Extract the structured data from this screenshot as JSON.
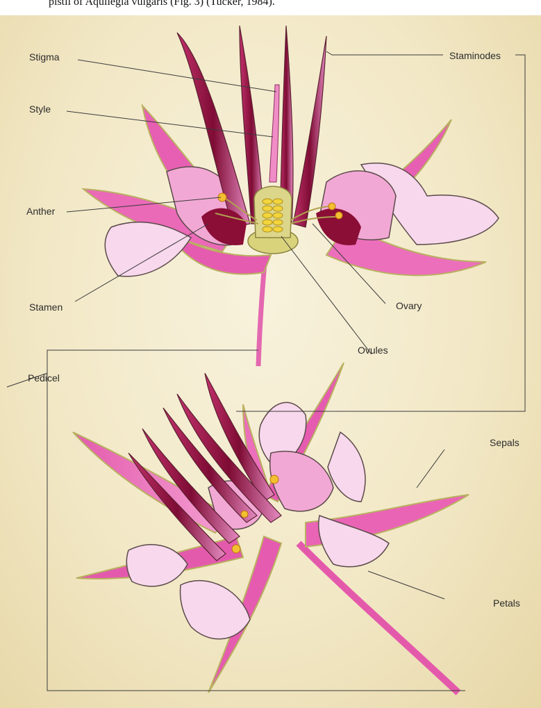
{
  "caption": "pistil of Aquilegia vulgaris (Fig. 3) (Tucker, 1984).",
  "colors": {
    "paper": "#f2e8c6",
    "petal": "#f6c4e0",
    "sepal": "#e860b4",
    "staminode": "#8c1038",
    "center": "#dcd68a",
    "ovule": "#f2d43c"
  },
  "labels": {
    "stigma": "Stigma",
    "style": "Style",
    "anther": "Anther",
    "stamen": "Stamen",
    "staminodes": "Staminodes",
    "ovary": "Ovary",
    "ovules": "Ovules",
    "pedicel": "Pedicel",
    "sepals": "Sepals",
    "petals": "Petals"
  }
}
